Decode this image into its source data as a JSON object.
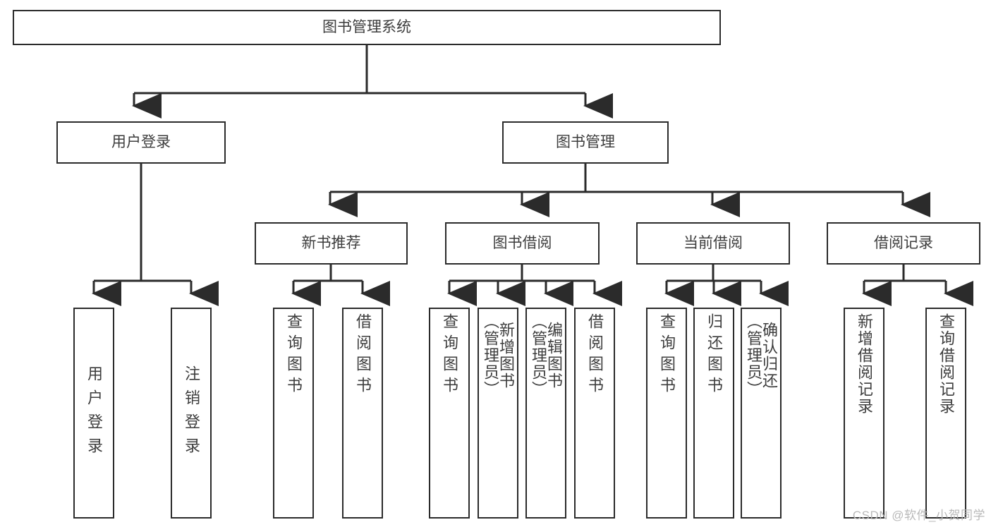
{
  "diagram": {
    "title": "图书管理系统",
    "type": "tree-hierarchy-chart",
    "root": {
      "id": "root",
      "label": "图书管理系统"
    },
    "level2": [
      {
        "id": "user-login",
        "label": "用户登录"
      },
      {
        "id": "book-management",
        "label": "图书管理"
      }
    ],
    "level3": [
      {
        "id": "new-book-recommend",
        "label": "新书推荐"
      },
      {
        "id": "book-borrow",
        "label": "图书借阅"
      },
      {
        "id": "current-borrow",
        "label": "当前借阅"
      },
      {
        "id": "borrow-record",
        "label": "借阅记录"
      }
    ],
    "leaves": {
      "user_login": [
        {
          "id": "leaf-user-login",
          "label": "用户登录"
        },
        {
          "id": "leaf-logout",
          "label": "注销登录"
        }
      ],
      "new_book_recommend": [
        {
          "id": "leaf-query-book-1",
          "label": "查询图书"
        },
        {
          "id": "leaf-borrow-book-1",
          "label": "借阅图书"
        }
      ],
      "book_borrow": [
        {
          "id": "leaf-query-book-2",
          "label": "查询图书"
        },
        {
          "id": "leaf-add-book",
          "label": "新增图书\n（管理员）"
        },
        {
          "id": "leaf-edit-book",
          "label": "编辑图书\n（管理员）"
        },
        {
          "id": "leaf-borrow-book-2",
          "label": "借阅图书"
        }
      ],
      "current_borrow": [
        {
          "id": "leaf-query-book-3",
          "label": "查询图书"
        },
        {
          "id": "leaf-return-book",
          "label": "归还图书"
        },
        {
          "id": "leaf-confirm-return",
          "label": "确认归还\n（管理员）"
        }
      ],
      "borrow_record": [
        {
          "id": "leaf-add-record",
          "label": "新增借阅记录"
        },
        {
          "id": "leaf-query-record",
          "label": "查询借阅记录"
        }
      ]
    }
  },
  "watermark": {
    "text": "CSDN @软件_小贺同学"
  },
  "colors": {
    "border": "#2b2b2b",
    "text": "#3d3d3d",
    "background": "#ffffff",
    "watermark": "#b9b9b9"
  }
}
